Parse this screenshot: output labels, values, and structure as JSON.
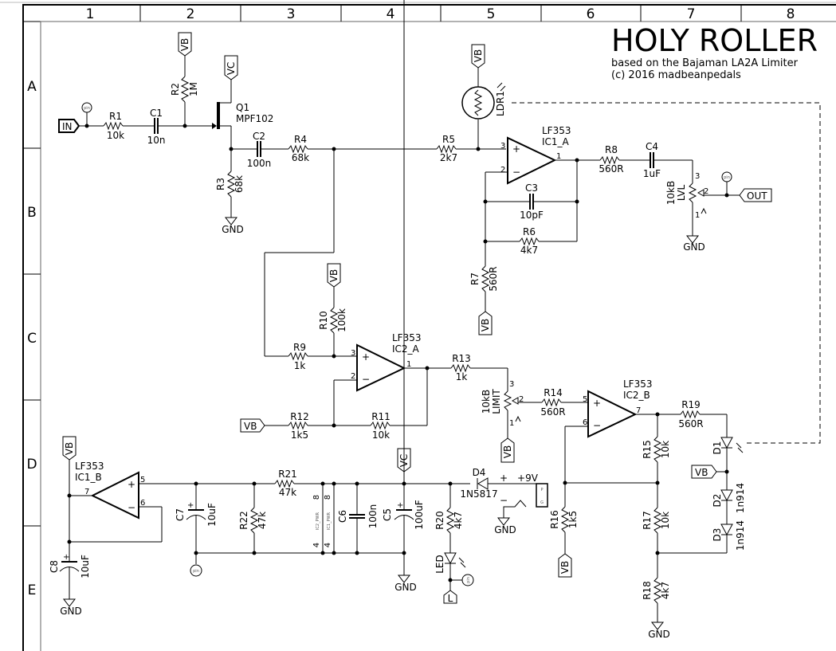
{
  "title": "HOLY ROLLER",
  "subtitle_1": "based on the Bajaman LA2A Limiter",
  "subtitle_2": "(c) 2016 madbeanpedals",
  "grid": {
    "columns": [
      "1",
      "2",
      "3",
      "4",
      "5",
      "6",
      "7",
      "8"
    ],
    "rows": [
      "A",
      "B",
      "C",
      "D",
      "E"
    ]
  },
  "ports": {
    "in": "IN",
    "out": "OUT",
    "vb": "VB",
    "vc": "VC",
    "gnd": "GND",
    "pin": "pin",
    "l": "L",
    "plus9v": "+9V",
    "plus": "+",
    "minus": "−",
    "p": "P",
    "g": "G"
  },
  "components": {
    "R1": {
      "ref": "R1",
      "value": "10k"
    },
    "R2": {
      "ref": "R2",
      "value": "1M"
    },
    "R3": {
      "ref": "R3",
      "value": "68k"
    },
    "R4": {
      "ref": "R4",
      "value": "68k"
    },
    "R5": {
      "ref": "R5",
      "value": "2k7"
    },
    "R6": {
      "ref": "R6",
      "value": "4k7"
    },
    "R7": {
      "ref": "R7",
      "value": "560R"
    },
    "R8": {
      "ref": "R8",
      "value": "560R"
    },
    "R9": {
      "ref": "R9",
      "value": "1k"
    },
    "R10": {
      "ref": "R10",
      "value": "100k"
    },
    "R11": {
      "ref": "R11",
      "value": "10k"
    },
    "R12": {
      "ref": "R12",
      "value": "1k5"
    },
    "R13": {
      "ref": "R13",
      "value": "1k"
    },
    "R14": {
      "ref": "R14",
      "value": "560R"
    },
    "R15": {
      "ref": "R15",
      "value": "10k"
    },
    "R16": {
      "ref": "R16",
      "value": "1k5"
    },
    "R17": {
      "ref": "R17",
      "value": "10k"
    },
    "R18": {
      "ref": "R18",
      "value": "4k7"
    },
    "R19": {
      "ref": "R19",
      "value": "560R"
    },
    "R20": {
      "ref": "R20",
      "value": "4k7"
    },
    "R21": {
      "ref": "R21",
      "value": "47k"
    },
    "R22": {
      "ref": "R22",
      "value": "47k"
    },
    "C1": {
      "ref": "C1",
      "value": "10n"
    },
    "C2": {
      "ref": "C2",
      "value": "100n"
    },
    "C3": {
      "ref": "C3",
      "value": "10pF"
    },
    "C4": {
      "ref": "C4",
      "value": "1uF"
    },
    "C5": {
      "ref": "C5",
      "value": "100uF"
    },
    "C6": {
      "ref": "C6",
      "value": "100n"
    },
    "C7": {
      "ref": "C7",
      "value": "10uF"
    },
    "C8": {
      "ref": "C8",
      "value": "10uF"
    },
    "Q1": {
      "ref": "Q1",
      "value": "MPF102"
    },
    "LDR1": {
      "ref": "LDR1"
    },
    "IC1_A": {
      "ref": "IC1_A",
      "value": "LF353"
    },
    "IC1_B": {
      "ref": "IC1_B",
      "value": "LF353"
    },
    "IC2_A": {
      "ref": "IC2_A",
      "value": "LF353"
    },
    "IC2_B": {
      "ref": "IC2_B",
      "value": "LF353"
    },
    "LVL": {
      "ref": "LVL",
      "value": "10kB"
    },
    "LIMIT": {
      "ref": "LIMIT",
      "value": "10kB"
    },
    "D1": {
      "ref": "D1"
    },
    "D2": {
      "ref": "D2",
      "value": "1n914"
    },
    "D3": {
      "ref": "D3",
      "value": "1n914"
    },
    "D4": {
      "ref": "D4",
      "value": "1N5817"
    },
    "LED": {
      "ref": "LED"
    },
    "IC2_PWR": {
      "ref": "IC2_PWR"
    },
    "IC1_PWR": {
      "ref": "IC1_PWR"
    }
  },
  "pins": {
    "p1": "1",
    "p2": "2",
    "p3": "3",
    "p4": "4",
    "p5": "5",
    "p6": "6",
    "p7": "7",
    "p8": "8"
  }
}
